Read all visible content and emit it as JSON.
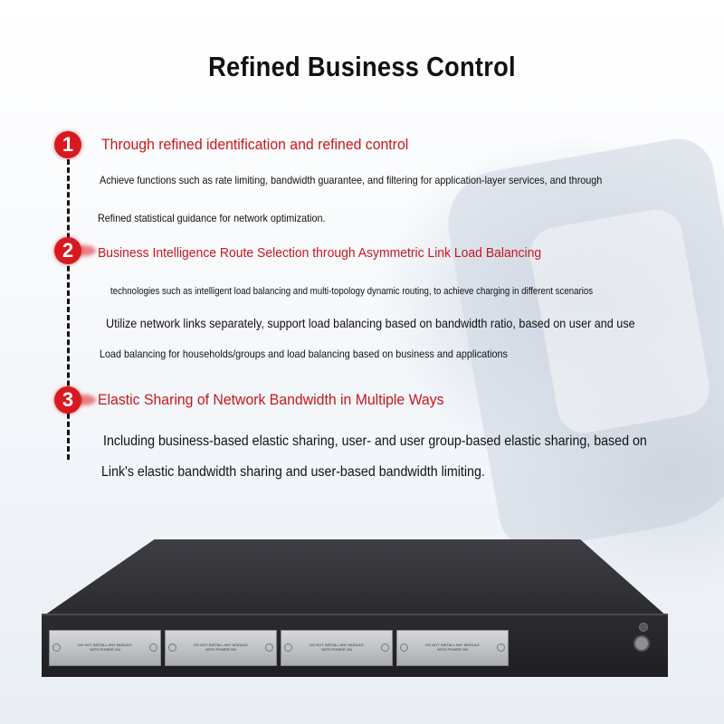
{
  "title": "Refined Business Control",
  "sections": [
    {
      "number": "1",
      "heading": "Through refined identification and refined control",
      "lines": [
        "Achieve functions such as rate limiting, bandwidth guarantee, and filtering for application-layer services, and through",
        "Refined statistical guidance for network optimization."
      ]
    },
    {
      "number": "2",
      "heading": "Business Intelligence Route Selection through Asymmetric Link Load Balancing",
      "lines": [
        "technologies such as intelligent load balancing and multi-topology dynamic routing, to achieve charging in different scenarios",
        "Utilize network links separately, support load balancing based on bandwidth ratio, based on user and use",
        "Load balancing for households/groups and load balancing based on business and applications"
      ]
    },
    {
      "number": "3",
      "heading": "Elastic Sharing of Network Bandwidth in Multiple Ways",
      "lines": [
        "Including business-based elastic sharing, user- and user group-based elastic sharing, based on",
        "Link's elastic bandwidth sharing and user-based bandwidth limiting."
      ]
    }
  ],
  "device": {
    "slot_label": "DO NOT INSTALL ANY MODULE WITH POWER ON",
    "slot_count": 4
  },
  "colors": {
    "accent": "#d71920",
    "heading": "#c8161d",
    "text": "#111111"
  }
}
